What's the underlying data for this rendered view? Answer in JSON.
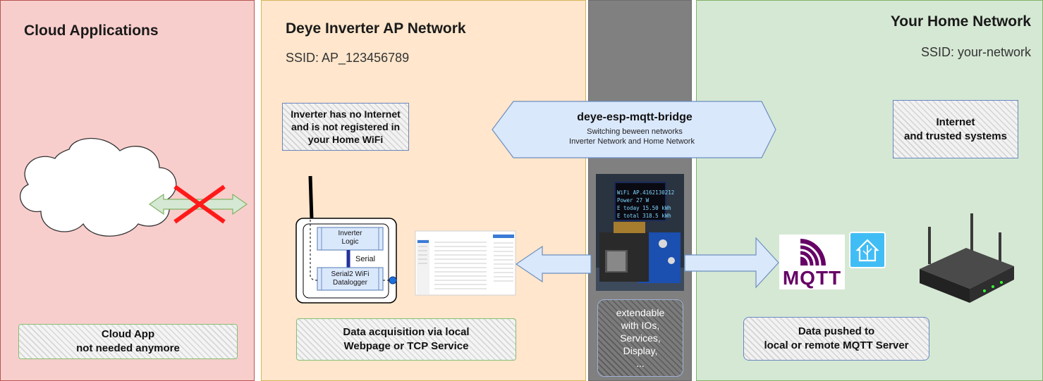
{
  "cloud_panel": {
    "title": "Cloud Applications",
    "note": "Cloud App\nnot needed anymore"
  },
  "ap_panel": {
    "title": "Deye Inverter AP Network",
    "ssid": "SSID: AP_123456789",
    "note_top": "Inverter has no Internet\nand is not registered in\nyour Home WiFi",
    "inverter_logic": "Inverter\nLogic",
    "serial": "Serial",
    "datalogger": "Serial2 WiFi\nDatalogger",
    "note_bottom": "Data acquisition via local\nWebpage or TCP Service"
  },
  "bridge": {
    "title": "deye-esp-mqtt-bridge",
    "subtitle_1": "Switching beween networks",
    "subtitle_2": "Inverter Network and Home Network",
    "oled_line_1": "WiFi AP.4162130212",
    "oled_line_2": "Power   27    W",
    "oled_line_3": "E today  15.50  kWh",
    "oled_line_4": "E total  318.5  kWh",
    "extend_note": "extendable\nwith IOs,\nServices,\nDisplay,\n..."
  },
  "home_panel": {
    "title": "Your Home Network",
    "ssid": "SSID: your-network",
    "note_top": "Internet\nand trusted systems",
    "mqtt_logo": "MQTT",
    "note_bottom": "Data pushed to\nlocal or remote MQTT Server"
  },
  "colors": {
    "cloud_bg": "#f8cecc",
    "cloud_border": "#b85450",
    "ap_bg": "#ffe6cc",
    "ap_border": "#d6b656",
    "bridge_bg": "#808080",
    "home_bg": "#d5e8d4",
    "home_border": "#82b366",
    "arrow_blue": "#dae8fc",
    "mqtt_purple": "#660066"
  }
}
